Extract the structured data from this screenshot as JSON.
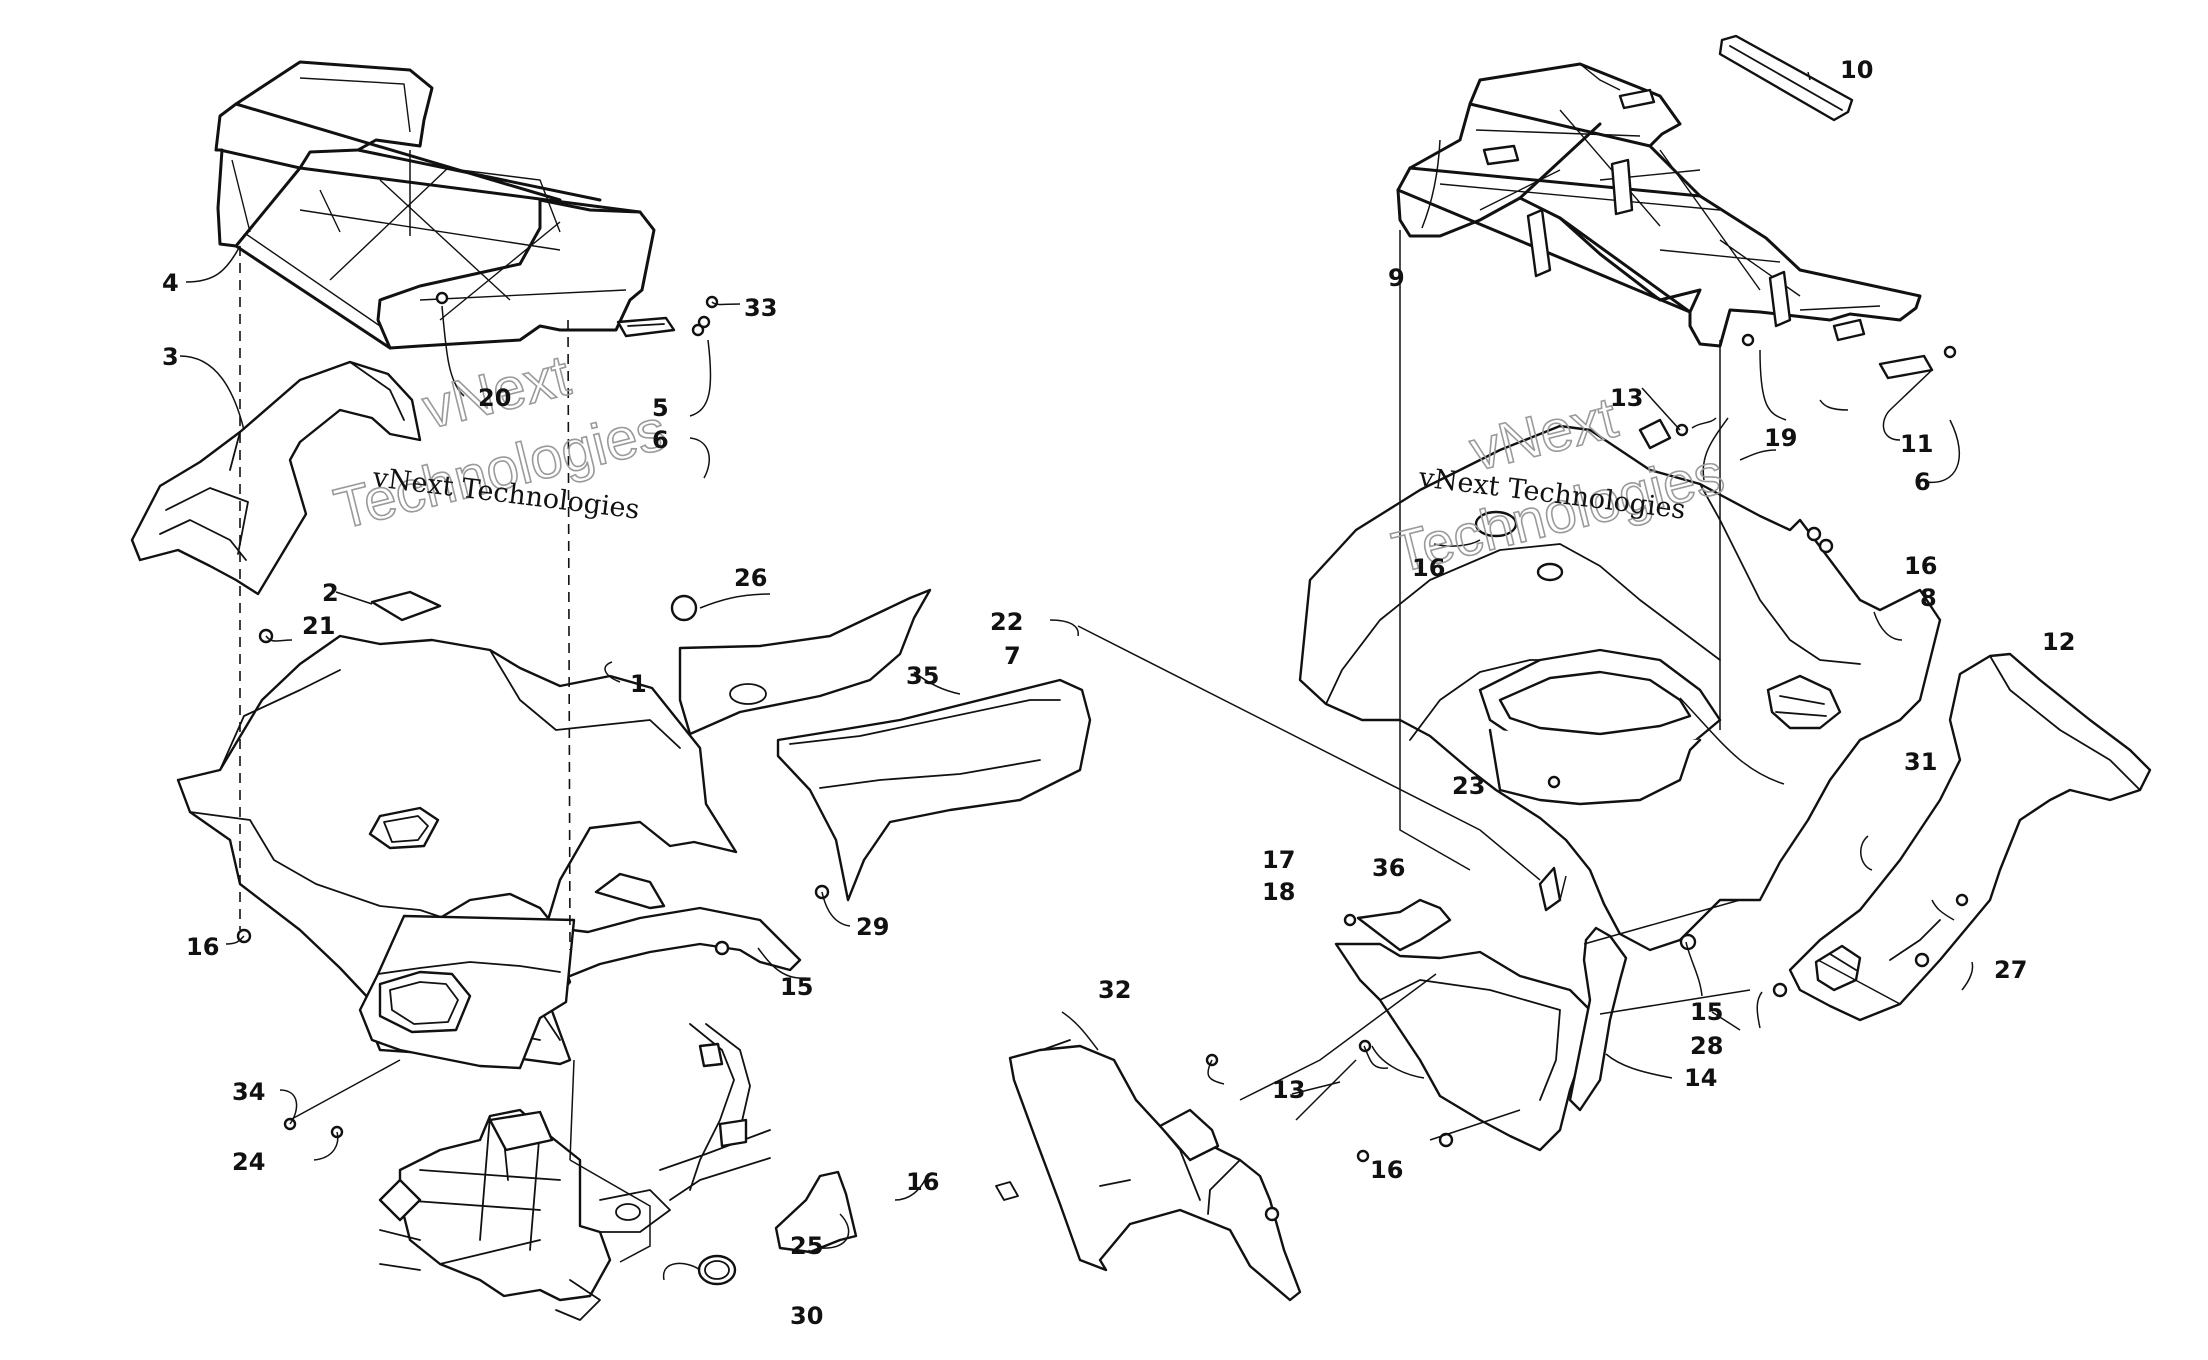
{
  "watermark": {
    "line": "vNext Technologies",
    "outline_top": "vNext",
    "outline_bottom": "Technologies"
  },
  "callouts": {
    "c1": "1",
    "c2": "2",
    "c3": "3",
    "c4": "4",
    "c5": "5",
    "c6a": "6",
    "c6b": "6",
    "c7": "7",
    "c8": "8",
    "c9": "9",
    "c10": "10",
    "c11": "11",
    "c12": "12",
    "c13a": "13",
    "c13b": "13",
    "c14": "14",
    "c15a": "15",
    "c15b": "15",
    "c16a": "16",
    "c16b": "16",
    "c16c": "16",
    "c16d": "16",
    "c16e": "16",
    "c17": "17",
    "c18": "18",
    "c19": "19",
    "c20": "20",
    "c21": "21",
    "c22": "22",
    "c23": "23",
    "c24": "24",
    "c25": "25",
    "c26": "26",
    "c27": "27",
    "c28": "28",
    "c29": "29",
    "c30": "30",
    "c31": "31",
    "c32": "32",
    "c33": "33",
    "c34": "34",
    "c35": "35",
    "c36": "36"
  }
}
